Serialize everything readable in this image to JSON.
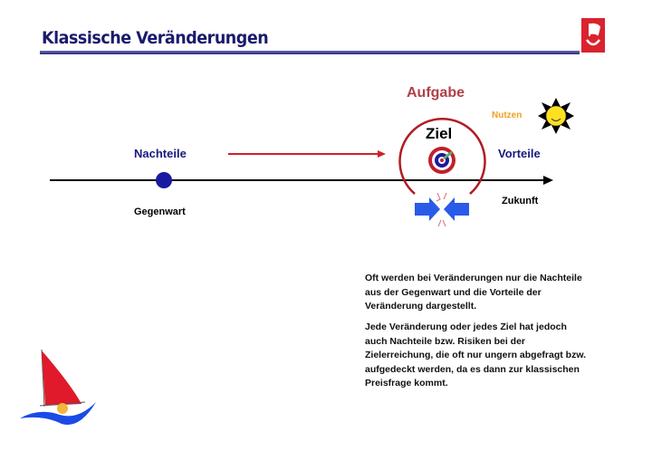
{
  "title": "Klassische Veränderungen",
  "diagram": {
    "aufgabe": "Aufgabe",
    "nutzen": "Nutzen",
    "ziel": "Ziel",
    "nachteile": "Nachteile",
    "vorteile": "Vorteile",
    "gegenwart": "Gegenwart",
    "zukunft": "Zukunft"
  },
  "text": {
    "p1": "Oft werden bei Veränderungen nur die Nachteile aus der Gegenwart und die Vorteile der Veränderung dargestellt.",
    "p2": "Jede Veränderung oder jedes Ziel hat jedoch auch Nachteile bzw. Risiken bei der Zielerreichung, die oft nur ungern abgefragt bzw. aufgedeckt werden, da es dann zur klassischen Preisfrage kommt."
  },
  "colors": {
    "title": "#1a1a6e",
    "accent_red": "#d0202a",
    "blue": "#1a1aa0"
  }
}
